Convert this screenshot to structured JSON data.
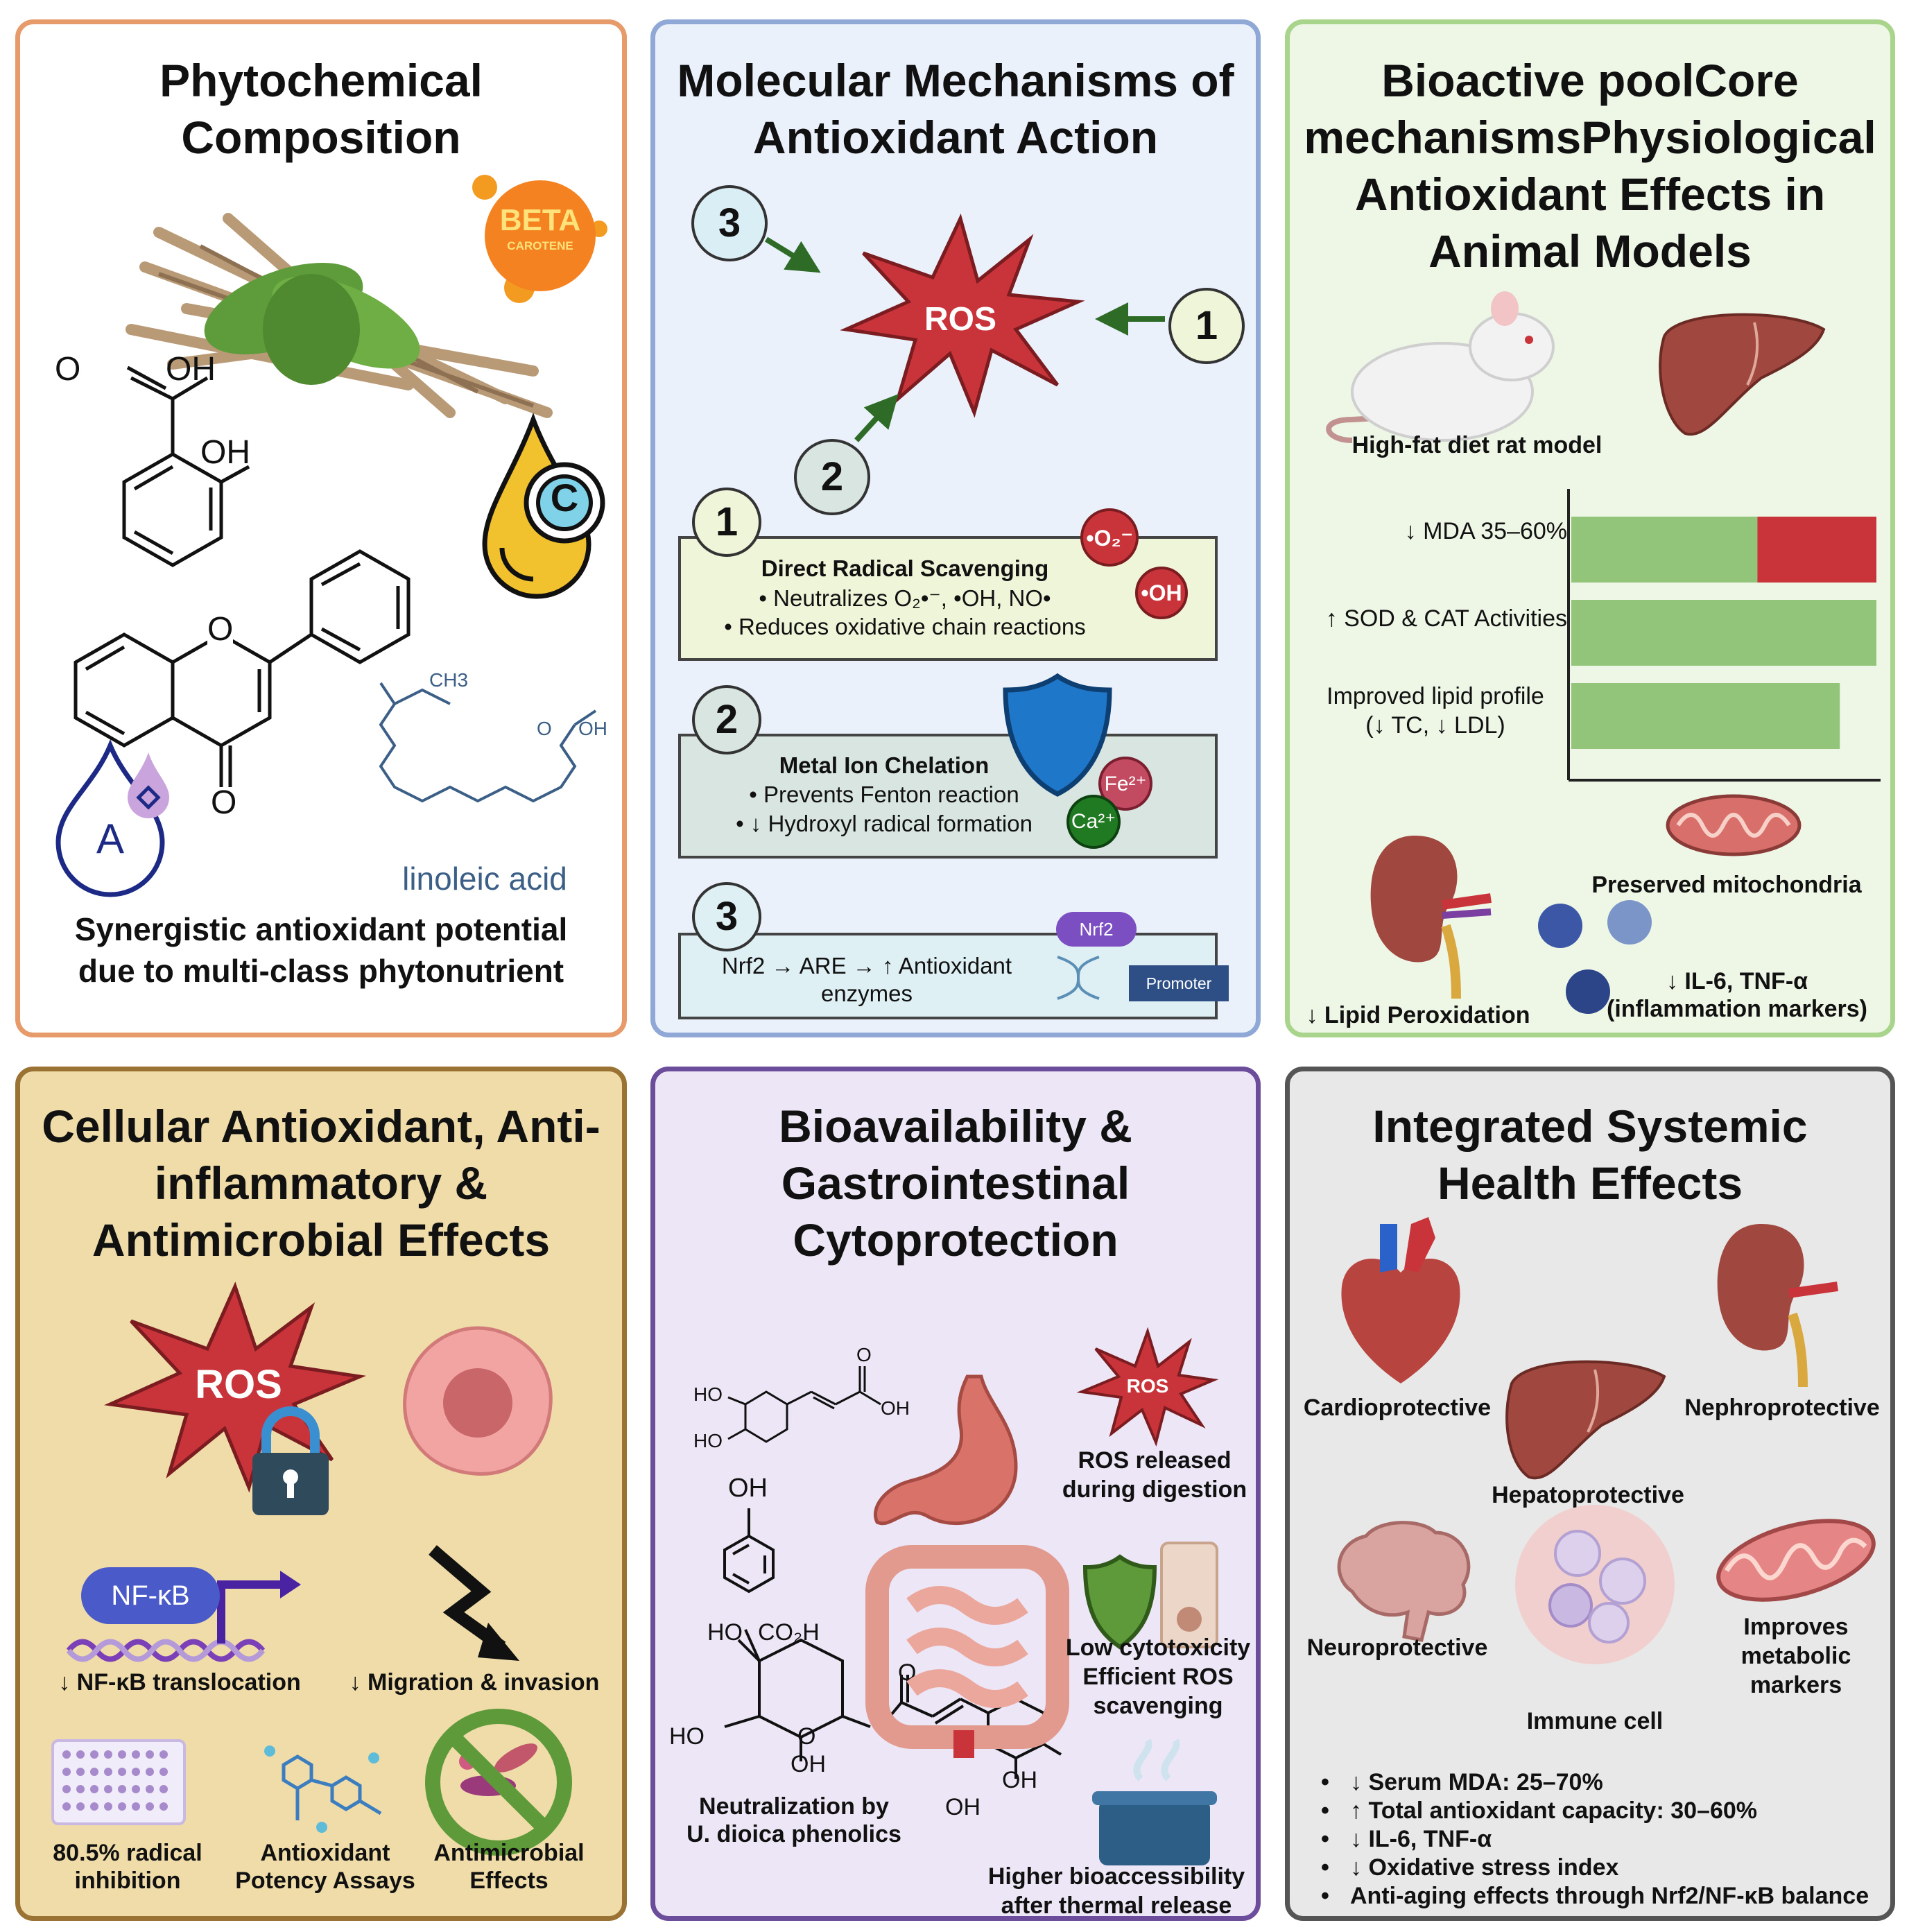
{
  "colors": {
    "panel1_border": "#e79a6a",
    "panel1_bg": "#ffffff",
    "panel2_border": "#8fa8d6",
    "panel2_bg": "#eaf1fb",
    "panel3_border": "#a9d48c",
    "panel3_bg": "#eef7e6",
    "panel4_border": "#9a7334",
    "panel4_bg": "#efdca8",
    "panel5_border": "#6c4d9c",
    "panel5_bg": "#ede6f6",
    "panel6_border": "#555555",
    "panel6_bg": "#e8e8e8",
    "ros_red": "#c9343b",
    "bar_green": "#92c57a",
    "bar_red": "#c9343b"
  },
  "panel1": {
    "title": "Phytochemical\nComposition",
    "beta": "BETA",
    "carotene": "CAROTENE",
    "oh1": "O",
    "oh2": "OH",
    "oh3": "OH",
    "flav_o1": "O",
    "flav_o2": "O",
    "ch3": "CH3",
    "acid_o": "O",
    "acid_oh": "OH",
    "linoleic": "linoleic acid",
    "vitamin_c": "C",
    "vitamin_a": "A",
    "footer": "Synergistic antioxidant potential\ndue to multi-class phytonutrient"
  },
  "panel2": {
    "title": "Molecular Mechanisms of\nAntioxidant Action",
    "ros": "ROS",
    "n1": "1",
    "n2": "2",
    "n3": "3",
    "box1_num": "1",
    "box1_title": "Direct Radical Scavenging",
    "box1_line1": "• Neutralizes O₂•⁻, •OH, NO•",
    "box1_line2": "• Reduces oxidative chain reactions",
    "o2_label": "•O₂⁻",
    "oh_label": "•OH",
    "box2_num": "2",
    "box2_title": "Metal Ion Chelation",
    "box2_line1": "• Prevents Fenton reaction",
    "box2_line2": "• ↓ Hydroxyl radical formation",
    "fe_label": "Fe²⁺",
    "ca_label": "Ca²⁺",
    "box3_num": "3",
    "box3_text": "Nrf2 → ARE → ↑ Antioxidant\nenzymes",
    "nrf2_label": "Nrf2",
    "promoter_label": "Promoter"
  },
  "panel3": {
    "title": "Bioactive poolCore\nmechanismsPhysiological\nAntioxidant Effects in\nAnimal Models",
    "rat_label": "High-fat diet rat model",
    "lipid_perox": "↓ Lipid Peroxidation",
    "mito": "Preserved mitochondria",
    "inflam": "↓ IL-6, TNF-α\n(inflammation markers)"
  },
  "chart_data": {
    "type": "bar",
    "orientation": "horizontal",
    "categories": [
      "↓ MDA 35–60%",
      "↑ SOD & CAT Activities",
      "Improved lipid profile\n(↓ TC, ↓ LDL)"
    ],
    "series": [
      {
        "values": [
          0.61,
          1.0,
          0.88
        ],
        "color": "#92c57a"
      },
      {
        "values": [
          0.39,
          0,
          0
        ],
        "color": "#c9343b"
      }
    ],
    "xlim": [
      0,
      1
    ]
  },
  "panel4": {
    "title": "Cellular Antioxidant, Anti-\ninflammatory &\nAntimicrobial Effects",
    "ros": "ROS",
    "nfkb": "NF-κB",
    "nfkb_caption": "↓ NF-κB translocation",
    "migration": "↓ Migration & invasion",
    "radical": "80.5% radical\ninhibition",
    "assays": "Antioxidant\nPotency Assays",
    "antimicrobial": "Antimicrobial\nEffects"
  },
  "panel5": {
    "title": "Bioavailability &\nGastrointestinal\nCytoprotection",
    "caffeic_o": "O",
    "caffeic_ho1": "HO",
    "caffeic_ho2": "HO",
    "caffeic_oh": "OH",
    "phenol_oh": "OH",
    "cga_ho": "HO",
    "cga_co2h": "CO₂H",
    "cga_ho2": "HO",
    "cga_oh": "OH",
    "cga_o1": "O",
    "cga_o2": "O",
    "cga_oh2": "OH",
    "cga_oh3": "OH",
    "ros": "ROS",
    "ros_caption": "ROS released\nduring digestion",
    "cyto": "Low cytotoxicity\nEfficient ROS\nscavenging",
    "neutral": "Neutralization by\nU. dioica phenolics",
    "bioacc": "Higher bioaccessibility\nafter thermal release"
  },
  "panel6": {
    "title": "Integrated Systemic\nHealth Effects",
    "cardio": "Cardioprotective",
    "nephro": "Nephroprotective",
    "hepato": "Hepatoprotective",
    "neuro": "Neuroprotective",
    "immune": "Immune cell",
    "metabolic": "Improves\nmetabolic\nmarkers",
    "bullets": [
      "↓ Serum MDA: 25–70%",
      "↑ Total antioxidant capacity: 30–60%",
      "↓ IL-6, TNF-α",
      "↓ Oxidative stress index",
      "Anti-aging effects through Nrf2/NF-κB balance"
    ]
  }
}
